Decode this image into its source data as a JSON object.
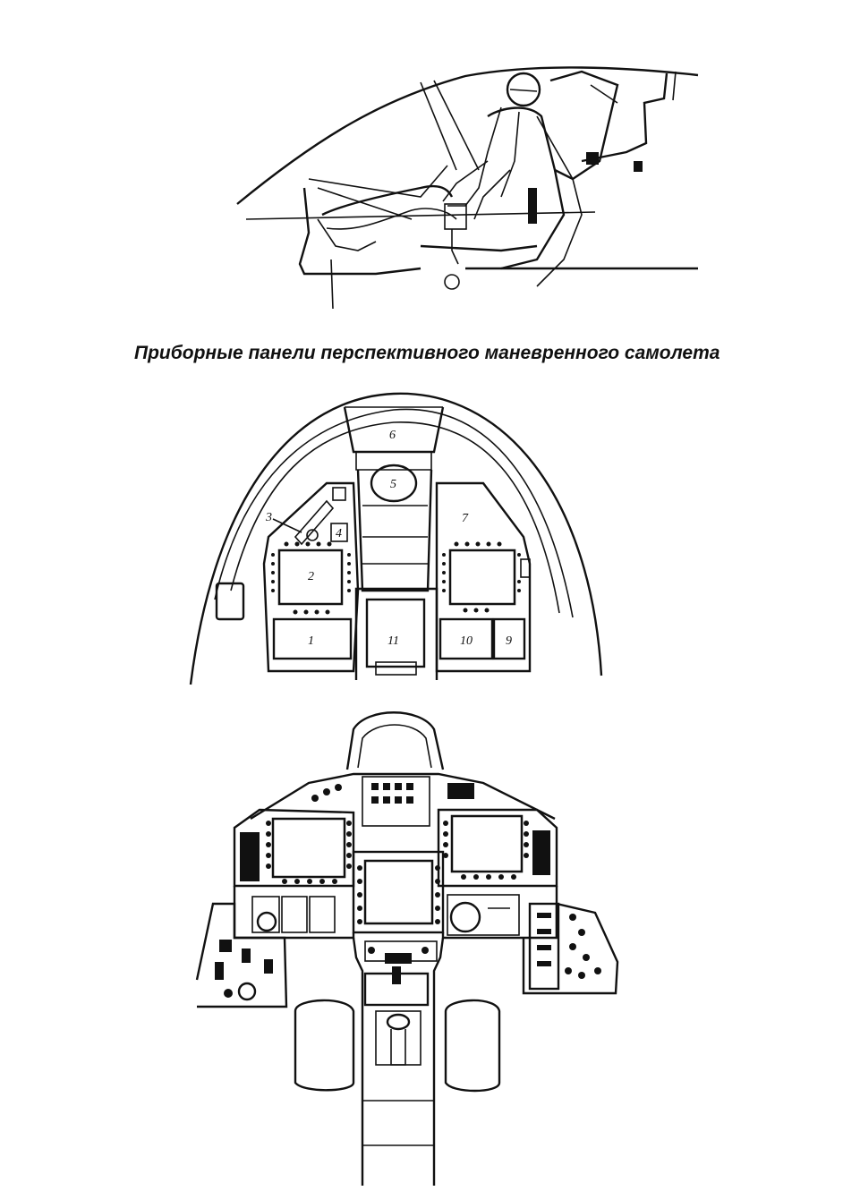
{
  "caption": "Приборные панели перспективного маневренного самолета",
  "panel_labels": [
    "1",
    "2",
    "3",
    "4",
    "5",
    "6",
    "7",
    "9",
    "10",
    "11"
  ]
}
